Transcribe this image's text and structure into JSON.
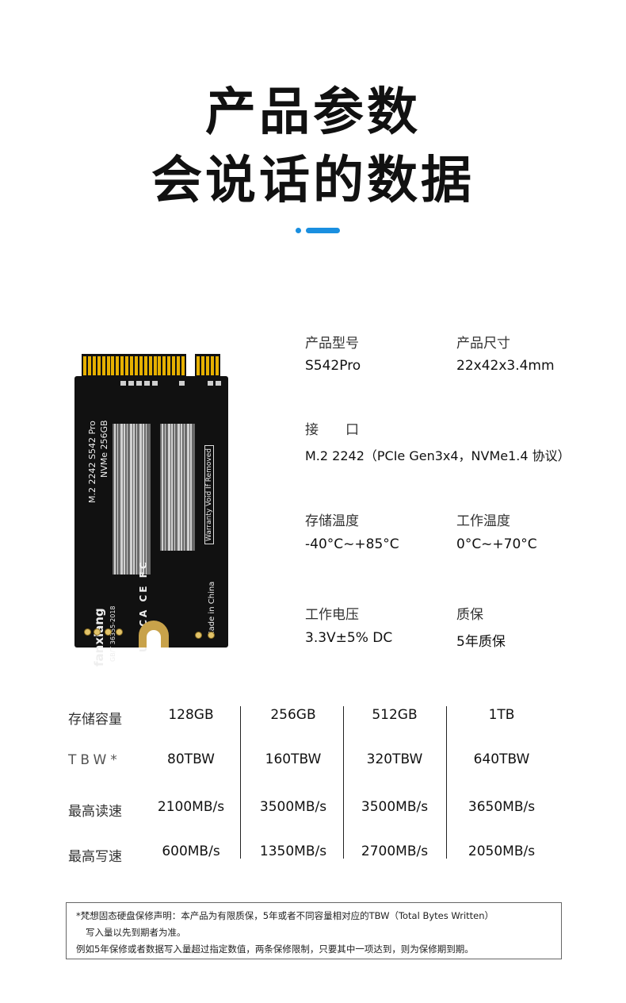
{
  "header": {
    "title_line1": "产品参数",
    "title_line2": "会说话的数据",
    "accent_color": "#1a8fe0"
  },
  "product_label": {
    "model_line": "M.2 2242 S542 Pro",
    "capacity_line": "NVMe 256GB",
    "brand": "fanxiang",
    "standard": "GB/T 36355-2018",
    "warranty_sticker": "Warranty Void If Removed",
    "origin": "Made in China",
    "cert_marks": "UK CA  CE  FC"
  },
  "specs": {
    "model": {
      "label": "产品型号",
      "value": "S542Pro"
    },
    "size": {
      "label": "产品尺寸",
      "value": "22x42x3.4mm"
    },
    "interface": {
      "label": "接　　口",
      "value": "M.2 2242（PCIe Gen3x4，NVMe1.4 协议）"
    },
    "storage_temp": {
      "label": "存储温度",
      "value": "-40°C~+85°C"
    },
    "work_temp": {
      "label": "工作温度",
      "value": "0°C~+70°C"
    },
    "voltage": {
      "label": "工作电压",
      "value": "3.3V±5% DC"
    },
    "warranty": {
      "label": "质保",
      "value": "5年质保"
    }
  },
  "capacity_table": {
    "rows": [
      {
        "label": "存储容量",
        "cells": [
          "128GB",
          "256GB",
          "512GB",
          "1TB"
        ]
      },
      {
        "label": "TBW*",
        "cells": [
          "80TBW",
          "160TBW",
          "320TBW",
          "640TBW"
        ]
      },
      {
        "label": "最高读速",
        "cells": [
          "2100MB/s",
          "3500MB/s",
          "3500MB/s",
          "3650MB/s"
        ]
      },
      {
        "label": "最高写速",
        "cells": [
          "600MB/s",
          "1350MB/s",
          "2700MB/s",
          "2050MB/s"
        ]
      }
    ]
  },
  "footnote": {
    "line1": "*梵想固态硬盘保修声明：本产品为有限质保，5年或者不同容量相对应的TBW（Total Bytes Written）",
    "line2": "写入量以先到期者为准。",
    "line3": "例如5年保修或者数据写入量超过指定数值，两条保修限制，只要其中一项达到，则为保修期到期。"
  }
}
